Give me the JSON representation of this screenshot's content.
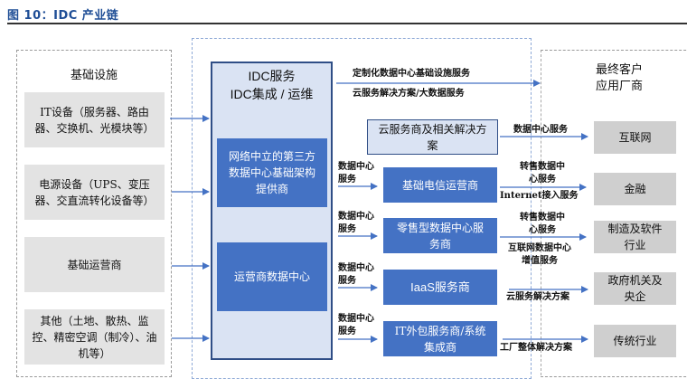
{
  "title": "图 10：IDC 产业链",
  "colors": {
    "title": "#1f4e96",
    "blue_box": "#4472c4",
    "light_box": "#dae3f3",
    "gray_box": "#e3e3e3",
    "customer_box": "#cfcfcf",
    "arrow": "#4472c4"
  },
  "infrastructure": {
    "header": "基础设施",
    "items": [
      "IT设备（服务器、路由器、交换机、光模块等）",
      "电源设备（UPS、变压器、交直流转化设备等）",
      "基础运营商",
      "其他（土地、散热、监控、精密空调（制冷）、油机等）"
    ]
  },
  "idc": {
    "service_title_line1": "IDC服务",
    "service_title_line2": "IDC集成 / 运维",
    "providers": [
      "网络中立的第三方数据中心基础架构提供商",
      "运营商数据中心"
    ],
    "top_link_label_above": "定制化数据中心基础设施服务",
    "top_link_label_below": "云服务解决方案/大数据服务",
    "cloud_box": "云服务商及相关解决方案",
    "middle_link_label": "数据中心服务",
    "intermediaries": [
      "基础电信运营商",
      "零售型数据中心服务商",
      "IaaS服务商",
      "IT外包服务商/系统集成商"
    ]
  },
  "customer_links": {
    "cloud_to_internet": "数据中心服务",
    "telecom_above": "转售数据中心服务",
    "telecom_below": "Internet接入服务",
    "retail_above": "转售数据中心服务",
    "retail_below": "互联网数据中心增值服务",
    "iaas_below": "云服务解决方案",
    "it_below": "工厂整体解决方案"
  },
  "customers": {
    "header_line1": "最终客户",
    "header_line2": "应用厂商",
    "items": [
      "互联网",
      "金融",
      "制造及软件行业",
      "政府机关及央企",
      "传统行业"
    ]
  }
}
